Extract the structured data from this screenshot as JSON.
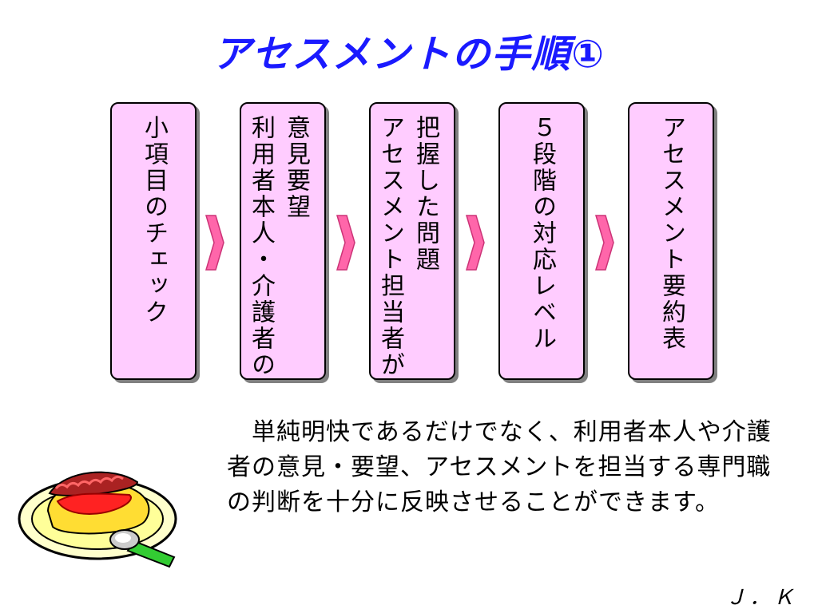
{
  "slide": {
    "title": "アセスメントの手順①",
    "author": "Ｊ．Ｋ"
  },
  "steps": [
    {
      "label": "小項目のチェック"
    },
    {
      "label": "意見要望\n利用者本人・介護者の"
    },
    {
      "label": "把握した問題\nアセスメント担当者が"
    },
    {
      "label": "５段階の対応レベル"
    },
    {
      "label": "アセスメント要約表"
    }
  ],
  "body": {
    "paragraph": "　単純明快であるだけでなく、利用者本人や介護者の意見・要望、アセスメントを担当する専門職の判断を十分に反映させることができます。"
  },
  "colors": {
    "title": "#1a1aff",
    "step_fill": "#ffccff",
    "arrow_fill": "#ff66aa"
  },
  "icons": {
    "arrow": "chevron-right-icon",
    "clipart": "omelette-rice-plate-icon"
  }
}
